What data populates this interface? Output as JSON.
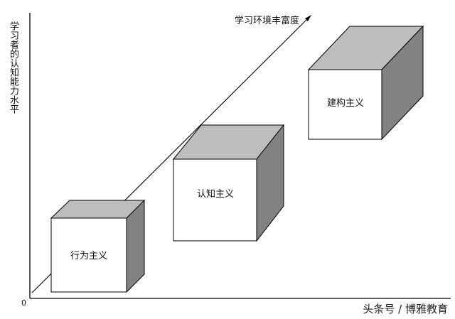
{
  "axes": {
    "y_label": "学习者的认知能力水平",
    "diagonal_label": "学习环境丰富度",
    "origin": "0"
  },
  "boxes": [
    {
      "label": "行为主义"
    },
    {
      "label": "认知主义"
    },
    {
      "label": "建构主义"
    }
  ],
  "watermark": "头条号 / 博雅教育"
}
